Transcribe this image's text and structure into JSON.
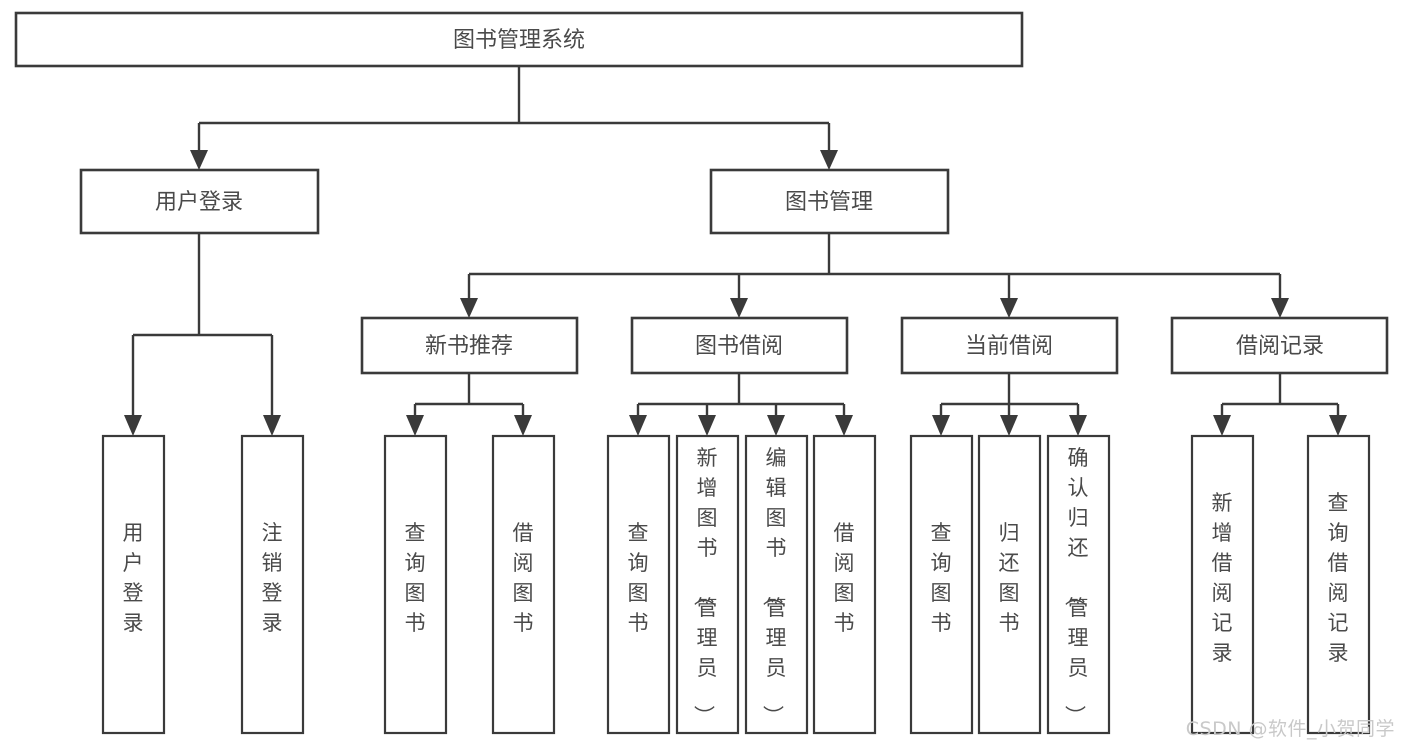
{
  "diagram": {
    "title": "图书管理系统",
    "type": "functional-structure-tree",
    "root": {
      "id": "root",
      "label": "图书管理系统",
      "orientation": "horizontal"
    },
    "level2": [
      {
        "id": "user-login",
        "label": "用户登录",
        "orientation": "horizontal"
      },
      {
        "id": "book-management",
        "label": "图书管理",
        "orientation": "horizontal"
      }
    ],
    "level3": [
      {
        "id": "new-book-recommend",
        "label": "新书推荐",
        "orientation": "horizontal",
        "parent": "book-management"
      },
      {
        "id": "book-borrow",
        "label": "图书借阅",
        "orientation": "horizontal",
        "parent": "book-management"
      },
      {
        "id": "current-borrow",
        "label": "当前借阅",
        "orientation": "horizontal",
        "parent": "book-management"
      },
      {
        "id": "borrow-record",
        "label": "借阅记录",
        "orientation": "horizontal",
        "parent": "book-management"
      }
    ],
    "leaves": [
      {
        "id": "leaf-user-login",
        "label": "用户登录",
        "orientation": "vertical",
        "parent": "user-login"
      },
      {
        "id": "leaf-user-logout",
        "label": "注销登录",
        "orientation": "vertical",
        "parent": "user-login"
      },
      {
        "id": "leaf-query-book-1",
        "label": "查询图书",
        "orientation": "vertical",
        "parent": "new-book-recommend"
      },
      {
        "id": "leaf-borrow-book-1",
        "label": "借阅图书",
        "orientation": "vertical",
        "parent": "new-book-recommend"
      },
      {
        "id": "leaf-query-book-2",
        "label": "查询图书",
        "orientation": "vertical",
        "parent": "book-borrow"
      },
      {
        "id": "leaf-add-book",
        "label": "新增图书（管理员）",
        "orientation": "vertical",
        "parent": "book-borrow"
      },
      {
        "id": "leaf-edit-book",
        "label": "编辑图书（管理员）",
        "orientation": "vertical",
        "parent": "book-borrow"
      },
      {
        "id": "leaf-borrow-book-2",
        "label": "借阅图书",
        "orientation": "vertical",
        "parent": "book-borrow"
      },
      {
        "id": "leaf-query-book-3",
        "label": "查询图书",
        "orientation": "vertical",
        "parent": "current-borrow"
      },
      {
        "id": "leaf-return-book",
        "label": "归还图书",
        "orientation": "vertical",
        "parent": "current-borrow"
      },
      {
        "id": "leaf-confirm-return",
        "label": "确认归还（管理员）",
        "orientation": "vertical",
        "parent": "current-borrow"
      },
      {
        "id": "leaf-add-record",
        "label": "新增借阅记录",
        "orientation": "vertical",
        "parent": "borrow-record"
      },
      {
        "id": "leaf-query-record",
        "label": "查询借阅记录",
        "orientation": "vertical",
        "parent": "borrow-record"
      }
    ],
    "colors": {
      "stroke": "#3a3a3a",
      "fill": "#ffffff",
      "text": "#4a4a4a",
      "watermark": "#c9c9c9"
    }
  },
  "watermark": {
    "text": "CSDN @软件_小贺同学"
  }
}
